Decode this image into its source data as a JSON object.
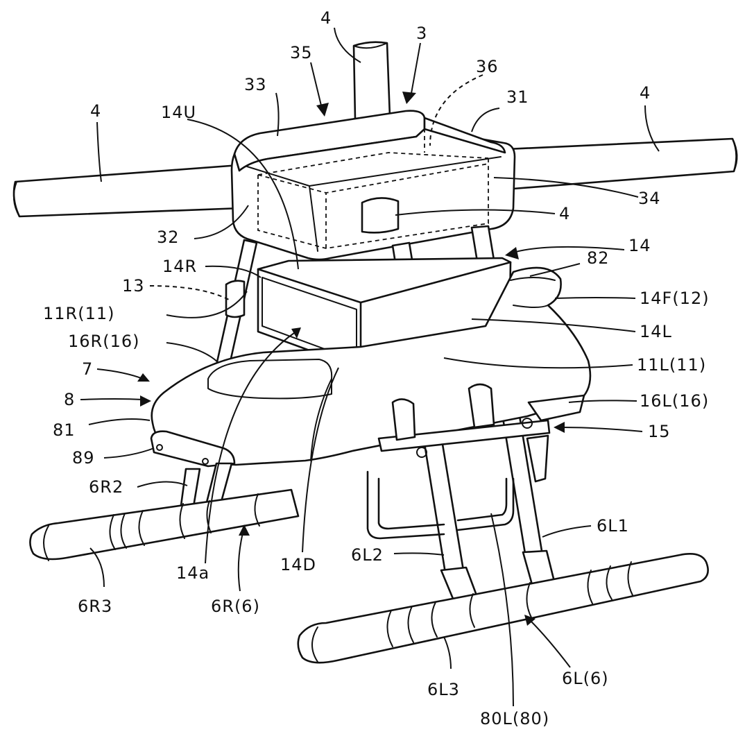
{
  "figure": {
    "line_color": "#111111",
    "background": "#ffffff",
    "labels": {
      "rotor_arm_top": "4",
      "body_3": "3",
      "cover_35": "35",
      "battery_36": "36",
      "rotor_arm_right": "4",
      "rotor_arm_left": "4",
      "upper_33": "33",
      "frame_31": "31",
      "top_14U": "14U",
      "side_34": "34",
      "arm_center": "4",
      "cover_32": "32",
      "housing_14": "14",
      "part_82": "82",
      "side_14R": "14R",
      "part_13": "13",
      "front_14F": "14F(12)",
      "right_11R": "11R(11)",
      "side_14L": "14L",
      "skid_16R": "16R(16)",
      "left_11L": "11L(11)",
      "tank_7": "7",
      "skid_16L": "16L(16)",
      "cover_8": "8",
      "bracket_15": "15",
      "part_81": "81",
      "plate_89": "89",
      "leg_6R2": "6R2",
      "leg_6L1": "6L1",
      "opening_14a": "14a",
      "bottom_14D": "14D",
      "leg_6L2": "6L2",
      "foot_6R3": "6R3",
      "leg_6R": "6R(6)",
      "foot_6L3": "6L3",
      "leg_6L": "6L(6)",
      "nozzle_80L": "80L(80)"
    }
  }
}
